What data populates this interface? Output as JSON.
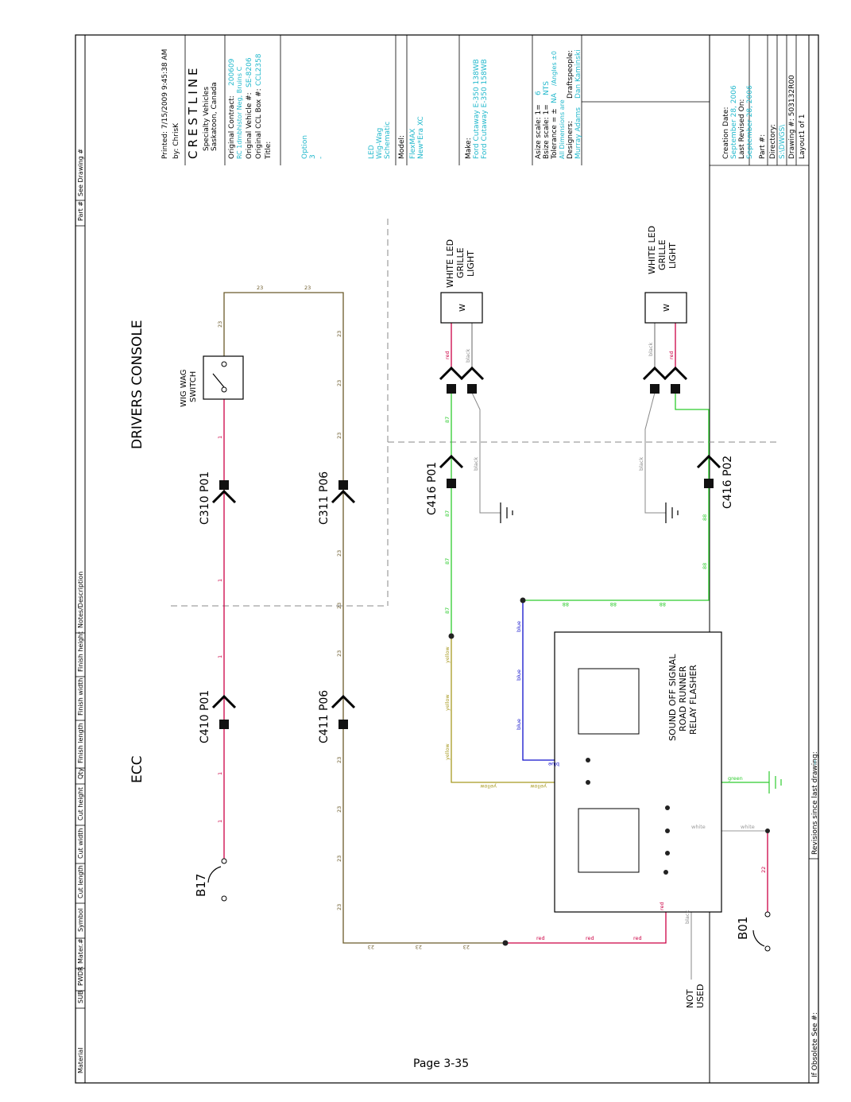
{
  "title_block": {
    "printed": "Printed: 7/15/2009 9:45:38 AM",
    "by": "by: ChrisK",
    "logo": "CRESTLINE",
    "company": "Specialty Vehicles",
    "location": "Saskatoon, Canada",
    "original_contract_label": "Original Contract:",
    "original_contract_value": "200609",
    "original_contract_extra": "RC 1dmbhistor Neg, Bruins C",
    "original_vehicle_label": "Original Vehicle #:",
    "original_vehicle_value": "SE-8206",
    "original_box_label": "Original CCL Box #:",
    "original_box_value": "CCL2358",
    "title_label": "Title:",
    "option_lines": [
      "Option",
      "3",
      "-"
    ],
    "title_value_lines": [
      "LED",
      "Wig-Wag",
      "Schematic"
    ],
    "model_label": "Model:",
    "model_value_lines": [
      "FlexMAX",
      "New*Era XC"
    ],
    "make_label": "Make:",
    "make_value_lines": [
      "Ford Cutaway E-350 138WB",
      "Ford Cutaway E-350 158WB"
    ],
    "asize_label": "Asize scale: 1=",
    "asize_value": "6",
    "bsize_label": "Bsize scale: 1=",
    "bsize_value": "NTS",
    "tolerance_label": "Tolerance = ±",
    "tolerance_value": "NA",
    "tolerance_extra": "/Angles ±0",
    "all_dims_label": "All Dimensions are",
    "designers_label": "Designers:",
    "designers_value": "Murray Adams",
    "draftspeople_label": "Draftspeople:",
    "draftspeople_value": "Dan Kaminski",
    "creation_label": "Creation Date:",
    "creation_value": "September 28, 2006",
    "revised_label": "Last Revised On:",
    "revised_value": "September 28, 2006",
    "part_label": "Part #:",
    "directory_label": "Directory:",
    "directory_value": "S:\\DWGS\\",
    "drawing_label": "Drawing #: 503132R00",
    "layout_label": "Layout1 of 1",
    "obsolete_label": "If Obsolete See #:",
    "revisions_label": "Revisions since last drawing:",
    "revisions_value": "--"
  },
  "header_columns": [
    "Material",
    "SUB",
    "PWDR",
    "Mater.#",
    "Symbol",
    "Cut length",
    "Cut width",
    "Cut height",
    "Qty",
    "Finish length",
    "Finish width",
    "Finish height",
    "Notes/Description",
    "Part #",
    "See Drawing #"
  ],
  "regions": {
    "console": "DRIVERS CONSOLE",
    "ecc": "ECC"
  },
  "components": {
    "switch": [
      "WIG WAG",
      "SWITCH"
    ],
    "flasher": [
      "SOUND OFF SIGNAL",
      "ROAD RUNNER",
      "RELAY FLASHER"
    ],
    "light": [
      "WHITE LED",
      "GRILLE",
      "LIGHT"
    ],
    "light_symbol": "W",
    "not_used": [
      "NOT",
      "USED"
    ],
    "b17": "B17",
    "b01": "B01"
  },
  "connectors": {
    "c310": "C310  P01",
    "c410": "C410  P01",
    "c311": "C311  P06",
    "c411": "C411  P06",
    "c416a": "C416  P01",
    "c416b": "C416  P02"
  },
  "wire_labels": {
    "w1": "1",
    "w23": "23",
    "w87": "87",
    "w88": "88",
    "w22": "22",
    "red": "red",
    "black": "black",
    "yellow": "yellow",
    "blue": "blue",
    "green": "green",
    "white": "white"
  },
  "colors": {
    "wire_red": "#cc0044",
    "wire_brown": "#6b5a2a",
    "wire_green": "#2ecc2e",
    "wire_blue": "#1010cc",
    "wire_yellow": "#a89a22",
    "wire_gray": "#888888",
    "text_cyan": "#22b8cc"
  },
  "page": "Page 3-35"
}
